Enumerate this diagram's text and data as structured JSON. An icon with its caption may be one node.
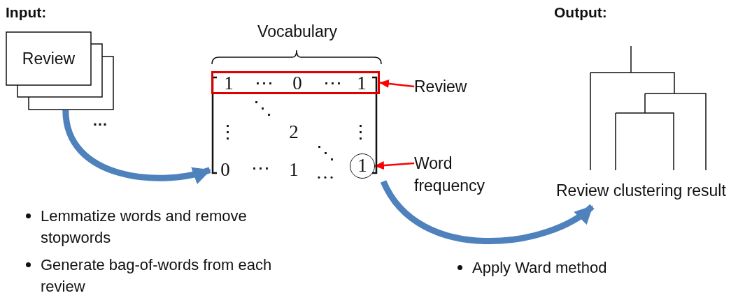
{
  "diagram": {
    "nodes": [
      {
        "text": [
          "Review"
        ],
        "beside": [
          "…"
        ]
      },
      {
        "text": [
          "⋱",
          "⋮",
          "2",
          "⋮",
          "⋱",
          "0",
          "⋯",
          "1",
          "…"
        ]
      },
      {
        "text": [
          "1",
          "⋯",
          "0",
          "⋯",
          "1"
        ],
        "in": 1
      },
      {
        "text": [
          "1"
        ],
        "in": 1
      },
      {
        "text": [
          "Review"
        ]
      },
      {
        "text": [
          "Word frequency"
        ]
      },
      {
        "text": [
          "Review clustering result"
        ]
      }
    ],
    "edges": [
      {
        "from": 0,
        "to": 1,
        "arrow": "to",
        "style": "thick",
        "color": "#4f81bd"
      },
      {
        "from": 4,
        "to": 2,
        "arrow": "to",
        "color": "#ff0000"
      },
      {
        "from": 5,
        "to": 3,
        "arrow": "to",
        "color": "#ff0000"
      },
      {
        "from": 1,
        "to": 6,
        "arrow": "to",
        "style": "thick",
        "color": "#4f81bd"
      }
    ],
    "labels": [
      "Input:",
      "Output:",
      "Vocabulary",
      "Lemmatize words and remove stopwords",
      "Generate bag-of-words from each review",
      "Apply Ward method"
    ]
  }
}
